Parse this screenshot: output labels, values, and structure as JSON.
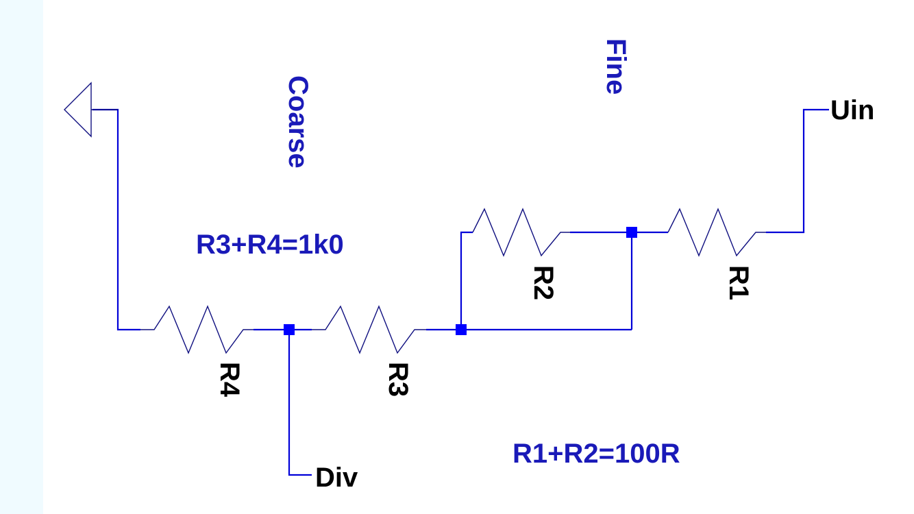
{
  "colors": {
    "background": "#ffffff",
    "margin": "#f0fbff",
    "wire": "#0000d8",
    "component": "#101080",
    "junction": "#0000ff",
    "component_text": "#000000",
    "comment_text": "#1a1ab8"
  },
  "nets": {
    "uin": "Uin",
    "div": "Div"
  },
  "components": {
    "r1": "R1",
    "r2": "R2",
    "r3": "R3",
    "r4": "R4"
  },
  "comments": {
    "coarse": "Coarse",
    "fine": "Fine",
    "coarse_sum": "R3+R4=1k0",
    "fine_sum": "R1+R2=100R"
  },
  "icons": {
    "ground": "ground-symbol-icon",
    "junction": "junction-dot-icon"
  }
}
